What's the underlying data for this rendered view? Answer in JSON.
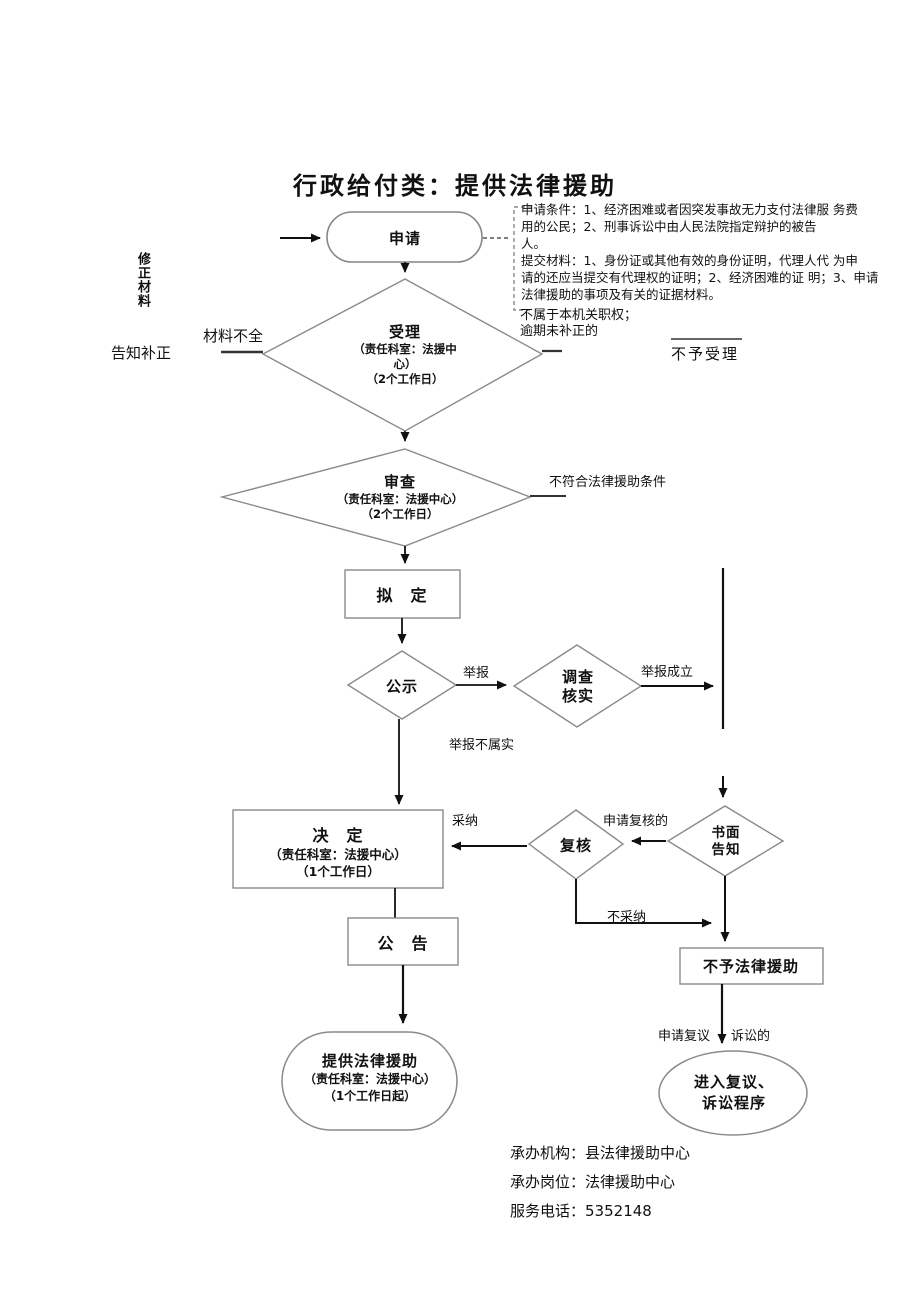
{
  "page": {
    "title": "行政给付类：提供法律援助"
  },
  "annotation": {
    "text": "申请条件：1、经济困难或者因突发事故无力支付法律服 务费\n用的公民；2、刑事诉讼中由人民法院指定辩护的被告\n人。\n提交材料：1、身份证或其他有效的身份证明，代理人代 为申\n请的还应当提交有代理权的证明；2、经济困难的证 明；3、申请\n法律援助的事项及有关的证据材料。"
  },
  "nodes": {
    "apply": {
      "label": "申请"
    },
    "accept": {
      "label": "受理",
      "sub": "（责任科室：法援中\n心）\n（2个工作日）"
    },
    "review": {
      "label": "审查",
      "sub": "（责任科室：法援中心）\n（2个工作日）"
    },
    "draft": {
      "label": "拟　定"
    },
    "publicity": {
      "label": "公示"
    },
    "investigate": {
      "label": "调查\n核实"
    },
    "decision": {
      "label": "决　定",
      "sub": "（责任科室：法援中心）\n（1个工作日）"
    },
    "recheck": {
      "label": "复核"
    },
    "written_notice": {
      "label": "书面\n告知"
    },
    "announce": {
      "label": "公　告"
    },
    "no_aid": {
      "label": "不予法律援助"
    },
    "provide_aid": {
      "label": "提供法律援助",
      "sub": "（责任科室：法援中心）\n（1个工作日起）"
    },
    "litigation": {
      "label": "进入复议、\n诉讼程序"
    },
    "reject": {
      "label": "不予受理"
    }
  },
  "edge_labels": {
    "revise_material": "修正材料",
    "notify_correct": "告知补正",
    "incomplete": "材料不全",
    "not_authority": "不属于本机关职权；\n逾期未补正的",
    "not_qualified": "不符合法律援助条件",
    "report": "举报",
    "report_valid": "举报成立",
    "report_invalid": "举报不属实",
    "adopt": "采纳",
    "apply_recheck": "申请复核的",
    "not_adopt": "不采纳",
    "apply_reconsider": "申请复议",
    "litigation_suffix": "诉讼的"
  },
  "footer": {
    "agency_label": "承办机构：",
    "agency_value": "县法律援助中心",
    "post_label": "承办岗位：",
    "post_value": "法律援助中心",
    "phone_label": "服务电话：",
    "phone_value": "5352148"
  },
  "colors": {
    "line": "#111111",
    "shape_stroke": "#868686",
    "text": "#111111",
    "background": "#ffffff"
  }
}
